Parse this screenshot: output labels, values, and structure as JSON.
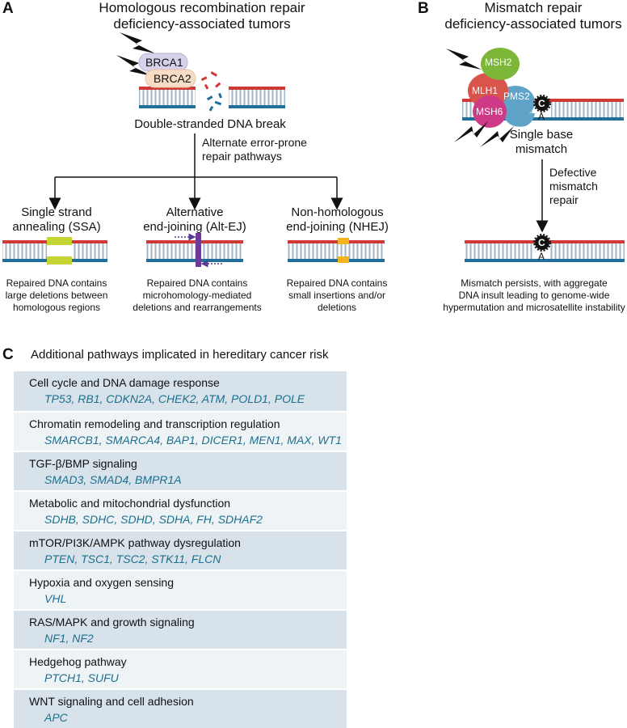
{
  "panel_a": {
    "letter": "A",
    "title_line1": "Homologous recombination repair",
    "title_line2": "deficiency-associated tumors",
    "protein1": "BRCA1",
    "protein2": "BRCA2",
    "break_label": "Double-stranded DNA break",
    "branch_label_line1": "Alternate error-prone",
    "branch_label_line2": "repair pathways",
    "pathways": [
      {
        "name_line1": "Single strand",
        "name_line2": "annealing (SSA)",
        "desc_line1": "Repaired DNA contains",
        "desc_line2": "large deletions between",
        "desc_line3": "homologous regions"
      },
      {
        "name_line1": "Alternative",
        "name_line2": "end-joining (Alt-EJ)",
        "desc_line1": "Repaired DNA contains",
        "desc_line2": "microhomology-mediated",
        "desc_line3": "deletions and rearrangements"
      },
      {
        "name_line1": "Non-homologous",
        "name_line2": "end-joining (NHEJ)",
        "desc_line1": "Repaired DNA contains",
        "desc_line2": "small insertions and/or",
        "desc_line3": "deletions"
      }
    ]
  },
  "panel_b": {
    "letter": "B",
    "title_line1": "Mismatch repair",
    "title_line2": "deficiency-associated tumors",
    "proteins": [
      "MSH2",
      "MLH1",
      "PMS2",
      "MSH6"
    ],
    "base_top": "C",
    "base_bottom": "A",
    "mismatch_label_line1": "Single base",
    "mismatch_label_line2": "mismatch",
    "defect_label_line1": "Defective",
    "defect_label_line2": "mismatch",
    "defect_label_line3": "repair",
    "result_line1": "Mismatch persists, with aggregate",
    "result_line2": "DNA insult leading to genome-wide",
    "result_line3": "hypermutation and microsatellite instability"
  },
  "panel_c": {
    "letter": "C",
    "title": "Additional pathways implicated in hereditary cancer risk",
    "rows": [
      {
        "title": "Cell cycle and DNA damage response",
        "genes": "TP53, RB1, CDKN2A, CHEK2, ATM, POLD1, POLE"
      },
      {
        "title": "Chromatin remodeling and transcription regulation",
        "genes": "SMARCB1, SMARCA4, BAP1, DICER1, MEN1, MAX, WT1"
      },
      {
        "title": "TGF-β/BMP signaling",
        "genes": "SMAD3, SMAD4, BMPR1A"
      },
      {
        "title": "Metabolic and mitochondrial dysfunction",
        "genes": "SDHB, SDHC, SDHD, SDHA, FH, SDHAF2"
      },
      {
        "title": "mTOR/PI3K/AMPK pathway dysregulation",
        "genes": "PTEN, TSC1, TSC2, STK11, FLCN"
      },
      {
        "title": "Hypoxia and oxygen sensing",
        "genes": "VHL"
      },
      {
        "title": "RAS/MAPK and growth signaling",
        "genes": "NF1, NF2"
      },
      {
        "title": "Hedgehog pathway",
        "genes": "PTCH1, SUFU"
      },
      {
        "title": "WNT signaling and cell adhesion",
        "genes": "APC"
      }
    ]
  },
  "colors": {
    "strand_red": "#d03a34",
    "strand_blue": "#1f6f9a",
    "rung": "#9fb6c6",
    "ssa_green": "#c5d435",
    "altej_purple": "#6d3a97",
    "nhej_yellow": "#f3b31a",
    "gene_blue": "#1c6f8f"
  }
}
